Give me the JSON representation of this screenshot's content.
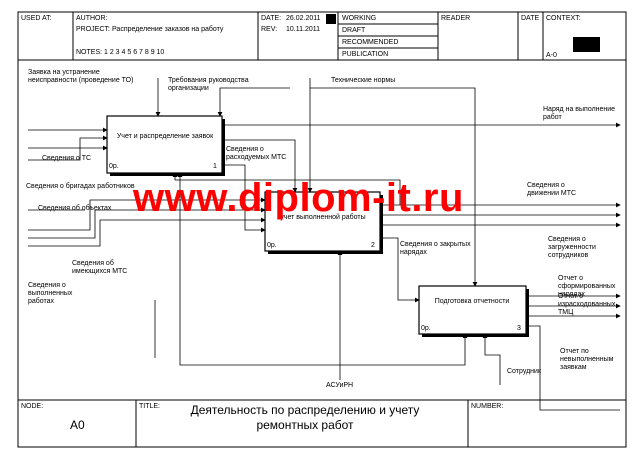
{
  "header": {
    "used_at_label": "USED AT:",
    "author_label": "AUTHOR:",
    "project_label": "PROJECT:",
    "project_value": "Распределение заказов на работу",
    "notes_label": "NOTES:",
    "notes_value": "1 2 3 4 5 6 7 8 9 10",
    "date_label": "DATE:",
    "date_value": "26.02.2011",
    "rev_label": "REV:",
    "rev_value": "10.11.2011",
    "status": [
      "WORKING",
      "DRAFT",
      "RECOMMENDED",
      "PUBLICATION"
    ],
    "reader_label": "READER",
    "date2_label": "DATE",
    "context_label": "CONTEXT:",
    "context_node": "A-0"
  },
  "boxes": [
    {
      "title": "Учет и распределение заявок",
      "ref": "0р.",
      "num": "1"
    },
    {
      "title": "учет выполненной работы",
      "ref": "0р.",
      "num": "2"
    },
    {
      "title": "Подготовка отчетности",
      "ref": "0р.",
      "num": "3"
    }
  ],
  "arrows": {
    "input_repair": "Заявка на устранение неисправности (проведение ТО)",
    "input_ts": "Сведения о ТС",
    "input_brigades": "Сведения о бригадах работников",
    "input_objects": "Сведения об объектах",
    "input_mts": "Сведения об имеющихся МТС",
    "input_done": "Сведения о выполненных работах",
    "control_mgmt": "Требования руководства организации",
    "control_norms": "Технические нормы",
    "out_spent_mts": "Сведения о расходуемых МТС",
    "out_closed": "Сведения о закрытых нарядах",
    "out_order": "Наряд на выполнение работ",
    "out_mts_right": "Сведения о движении МТС",
    "out_load": "Сведения о загруженности сотрудников",
    "out_report_orders": "Отчет о сформированных нарядах",
    "out_report_tmc": "Отчет о израсходованных ТМЦ",
    "out_report_unfinished": "Отчет по невыполненным заявкам",
    "mech_asu": "АСУиРН",
    "mech_employee": "Сотрудник"
  },
  "watermark": "www.diplom-it.ru",
  "footer": {
    "node_label": "NODE:",
    "node_value": "A0",
    "title_label": "TITLE:",
    "title_value": "Деятельность по  распределению  и учету ремонтных работ",
    "number_label": "NUMBER:"
  }
}
